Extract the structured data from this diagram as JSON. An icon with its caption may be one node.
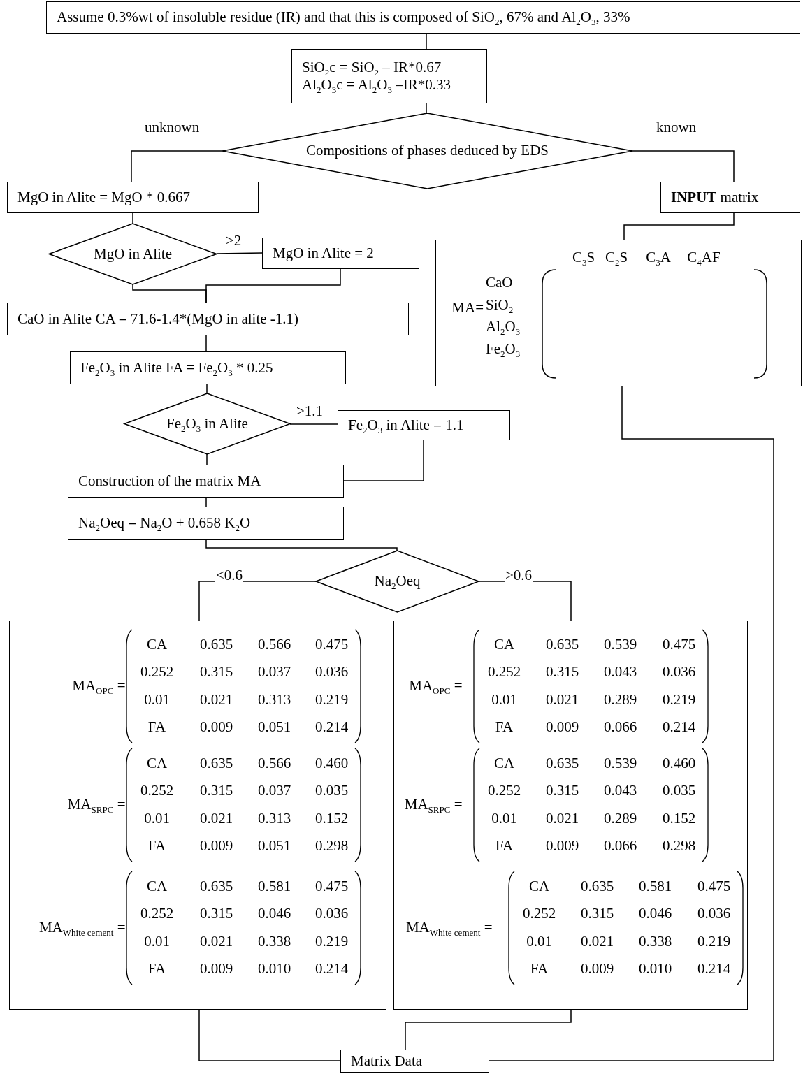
{
  "diagram": {
    "nodes": [
      {
        "text": [
          "Assume 0.3%wt of insoluble residue (IR) and that this is composed of SiO$_{2}$, 67% and Al$_{2}$O$_{3}$, 33%"
        ]
      },
      {
        "text": [
          "SiO$_{2}$c = SiO$_{2}$ – IR*0.67",
          "Al$_{2}$O$_{3}$c = Al$_{2}$O$_{3}$ –IR*0.33"
        ]
      },
      {
        "text": [
          "Compositions of phases deduced by EDS"
        ]
      },
      {
        "text": [
          "MgO in Alite = MgO * 0.667"
        ]
      },
      {
        "text": [
          "**INPUT** matrix"
        ]
      },
      {
        "text": [
          "MgO in Alite"
        ]
      },
      {
        "text": [
          "MgO in Alite = 2"
        ]
      },
      {
        "text": [
          "C$_{3}$S",
          "C$_{2}$S",
          "C$_{3}$A",
          "C$_{4}$AF",
          "MA=",
          "CaO",
          "SiO$_{2}$",
          "Al$_{2}$O$_{3}$",
          "Fe$_{2}$O$_{3}$"
        ]
      },
      {
        "text": [
          "CaO in Alite CA = 71.6-1.4*(MgO in alite -1.1)"
        ]
      },
      {
        "text": [
          "Fe$_{2}$O$_{3}$ in Alite FA = Fe$_{2}$O$_{3}$ * 0.25"
        ]
      },
      {
        "text": [
          "Fe$_{2}$O$_{3}$ in Alite"
        ]
      },
      {
        "text": [
          "Fe$_{2}$O$_{3}$ in Alite = 1.1"
        ]
      },
      {
        "text": [
          "Construction of the matrix MA"
        ]
      },
      {
        "text": [
          "Na$_{2}$Oeq = Na$_{2}$O + 0.658 K$_{2}$O"
        ]
      },
      {
        "text": [
          "Na$_{2}$Oeq"
        ]
      },
      {
        "text": [
          "MA$_{OPC}$ =",
          "CA",
          "0.635",
          "0.566",
          "0.475",
          "0.252",
          "0.315",
          "0.037",
          "0.036",
          "0.01",
          "0.021",
          "0.313",
          "0.219",
          "FA",
          "0.009",
          "0.051",
          "0.214",
          "MA$_{SRPC}$ =",
          "CA",
          "0.635",
          "0.566",
          "0.460",
          "0.252",
          "0.315",
          "0.037",
          "0.035",
          "0.01",
          "0.021",
          "0.313",
          "0.152",
          "FA",
          "0.009",
          "0.051",
          "0.298",
          "MA$_{White cement}$ =",
          "CA",
          "0.635",
          "0.581",
          "0.475",
          "0.252",
          "0.315",
          "0.046",
          "0.036",
          "0.01",
          "0.021",
          "0.338",
          "0.219",
          "FA",
          "0.009",
          "0.010",
          "0.214"
        ]
      },
      {
        "text": [
          "MA$_{OPC}$ =",
          "CA",
          "0.635",
          "0.539",
          "0.475",
          "0.252",
          "0.315",
          "0.043",
          "0.036",
          "0.01",
          "0.021",
          "0.289",
          "0.219",
          "FA",
          "0.009",
          "0.066",
          "0.214",
          "MA$_{SRPC}$ =",
          "CA",
          "0.635",
          "0.539",
          "0.460",
          "0.252",
          "0.315",
          "0.043",
          "0.035",
          "0.01",
          "0.021",
          "0.289",
          "0.152",
          "FA",
          "0.009",
          "0.066",
          "0.298",
          "MA$_{White cement}$ =",
          "CA",
          "0.635",
          "0.581",
          "0.475",
          "0.252",
          "0.315",
          "0.046",
          "0.036",
          "0.01",
          "0.021",
          "0.338",
          "0.219",
          "FA",
          "0.009",
          "0.010",
          "0.214"
        ]
      },
      {
        "text": [
          "Matrix Data"
        ]
      }
    ],
    "edges": [
      {
        "from": 0,
        "to": 1,
        "arrow": "none"
      },
      {
        "from": 1,
        "to": 2,
        "arrow": "none"
      },
      {
        "from": 2,
        "to": 3,
        "arrow": "none",
        "label": "unknown"
      },
      {
        "from": 2,
        "to": 4,
        "arrow": "none",
        "label": "known"
      },
      {
        "from": 4,
        "to": 7,
        "arrow": "none"
      },
      {
        "from": 3,
        "to": 5,
        "arrow": "none"
      },
      {
        "from": 5,
        "to": 6,
        "arrow": "none",
        "label": ">2"
      },
      {
        "from": 5,
        "to": 8,
        "arrow": "none"
      },
      {
        "from": 6,
        "to": 8,
        "arrow": "none"
      },
      {
        "from": 8,
        "to": 9,
        "arrow": "none"
      },
      {
        "from": 9,
        "to": 10,
        "arrow": "none"
      },
      {
        "from": 10,
        "to": 11,
        "arrow": "none",
        "label": ">1.1"
      },
      {
        "from": 10,
        "to": 12,
        "arrow": "none"
      },
      {
        "from": 11,
        "to": 12,
        "arrow": "none"
      },
      {
        "from": 12,
        "to": 13,
        "arrow": "none"
      },
      {
        "from": 13,
        "to": 14,
        "arrow": "none"
      },
      {
        "from": 14,
        "to": 15,
        "arrow": "none",
        "label": "<0.6"
      },
      {
        "from": 14,
        "to": 16,
        "arrow": "none",
        "label": ">0.6"
      },
      {
        "from": 15,
        "to": 17,
        "arrow": "none"
      },
      {
        "from": 16,
        "to": 17,
        "arrow": "none"
      },
      {
        "from": 7,
        "to": 17,
        "arrow": "none"
      }
    ]
  }
}
